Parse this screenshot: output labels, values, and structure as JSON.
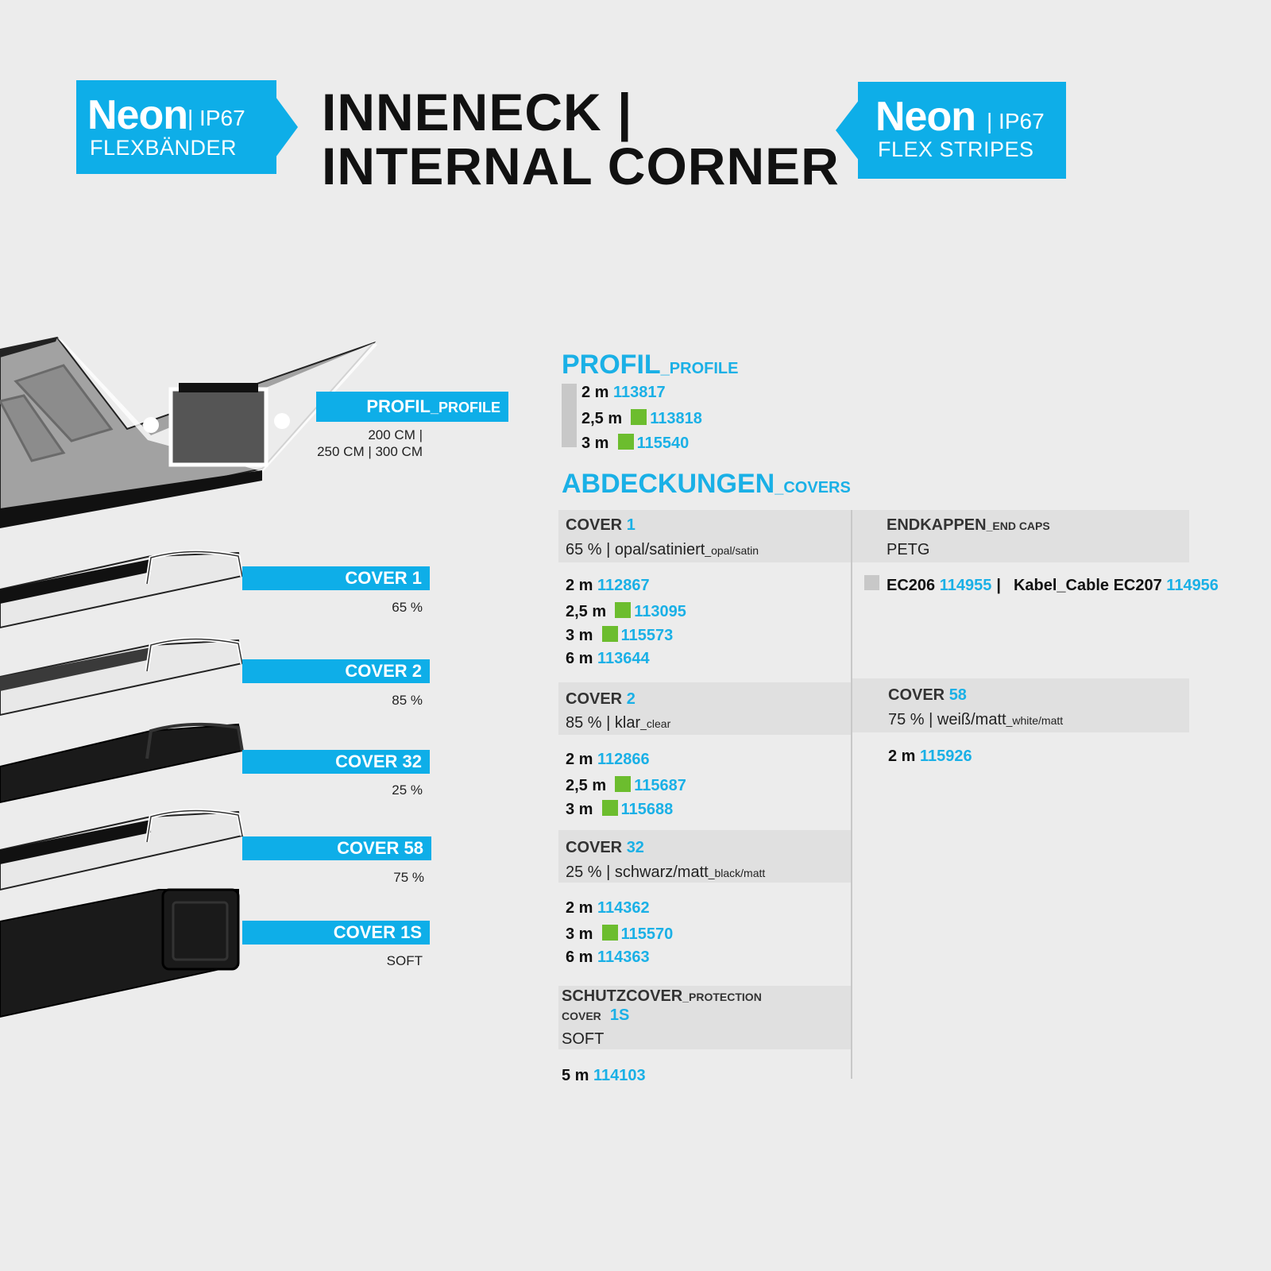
{
  "badge_left": {
    "brand": "Neon",
    "ip": "| IP67",
    "sub": "FLEXBÄNDER"
  },
  "badge_right": {
    "brand": "Neon",
    "ip": "| IP67",
    "sub": "FLEX STRIPES"
  },
  "title": {
    "line1": "INNENECK |",
    "line2": "INTERNAL CORNER"
  },
  "left_labels": {
    "profil": {
      "main": "PROFIL",
      "sub": "_PROFILE",
      "len1": "200 CM |",
      "len2": "250 CM | 300 CM"
    },
    "cover1": {
      "label": "COVER 1",
      "value": "65 %"
    },
    "cover2": {
      "label": "COVER 2",
      "value": "85 %"
    },
    "cover32": {
      "label": "COVER 32",
      "value": "25 %"
    },
    "cover58": {
      "label": "COVER 58",
      "value": "75 %"
    },
    "cover1s": {
      "label": "COVER 1S",
      "value": "SOFT"
    }
  },
  "profil": {
    "heading": "PROFIL",
    "heading_sub": "_PROFILE",
    "rows": [
      {
        "len": "2 m",
        "code": "113817",
        "green": false
      },
      {
        "len": "2,5 m",
        "code": "113818",
        "green": true
      },
      {
        "len": "3 m",
        "code": "115540",
        "green": true
      }
    ]
  },
  "covers": {
    "heading": "ABDECKUNGEN",
    "heading_sub": "_COVERS",
    "cover1": {
      "name": "COVER",
      "num": "1",
      "desc": "65 % | opal/satiniert",
      "desc_sub": "_opal/satin",
      "rows": [
        {
          "len": "2 m",
          "code": "112867",
          "green": false
        },
        {
          "len": "2,5 m",
          "code": "113095",
          "green": true
        },
        {
          "len": "3 m",
          "code": "115573",
          "green": true
        },
        {
          "len": "6 m",
          "code": "113644",
          "green": false
        }
      ]
    },
    "cover2": {
      "name": "COVER",
      "num": "2",
      "desc": "85 % | klar",
      "desc_sub": "_clear",
      "rows": [
        {
          "len": "2 m",
          "code": "112866",
          "green": false
        },
        {
          "len": "2,5 m",
          "code": "115687",
          "green": true
        },
        {
          "len": "3 m",
          "code": "115688",
          "green": true
        }
      ]
    },
    "cover32": {
      "name": "COVER",
      "num": "32",
      "desc": "25 % | schwarz/matt",
      "desc_sub": "_black/matt",
      "rows": [
        {
          "len": "2 m",
          "code": "114362",
          "green": false
        },
        {
          "len": "3 m",
          "code": "115570",
          "green": true
        },
        {
          "len": "6 m",
          "code": "114363",
          "green": false
        }
      ]
    },
    "protection": {
      "name": "SCHUTZCOVER",
      "name_sub": "_PROTECTION",
      "line2": "COVER",
      "num": "1S",
      "desc": "SOFT",
      "rows": [
        {
          "len": "5 m",
          "code": "114103",
          "green": false
        }
      ]
    },
    "endcaps": {
      "name": "ENDKAPPEN",
      "name_sub": "_END CAPS",
      "desc": "PETG",
      "item1": "EC206",
      "code1": "114955",
      "sep": "|",
      "item2": "Kabel_Cable EC207",
      "code2": "114956"
    },
    "cover58": {
      "name": "COVER",
      "num": "58",
      "desc": "75 % | weiß/matt",
      "desc_sub": "_white/matt",
      "rows": [
        {
          "len": "2 m",
          "code": "115926",
          "green": false
        }
      ]
    }
  },
  "colors": {
    "accent": "#1ab0e6",
    "badge": "#0eaee8",
    "available": "#6cbd2e"
  }
}
